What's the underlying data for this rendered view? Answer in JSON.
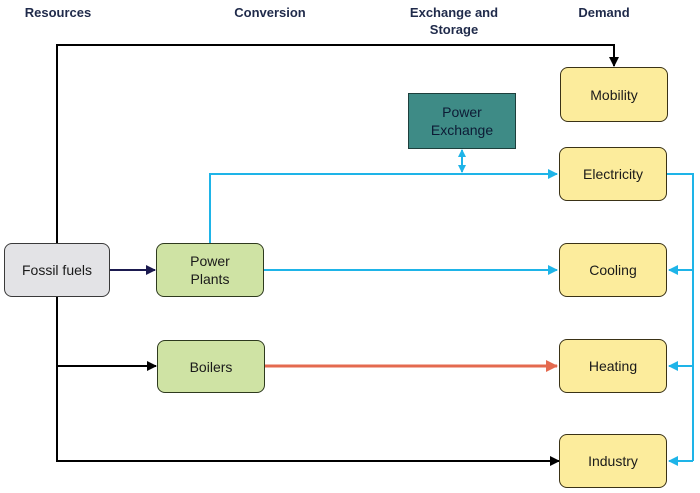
{
  "headers": {
    "resources": "Resources",
    "conversion": "Conversion",
    "exchange_storage": "Exchange and Storage",
    "demand": "Demand"
  },
  "nodes": {
    "fossil_fuels": "Fossil fuels",
    "power_plants": "Power Plants",
    "boilers": "Boilers",
    "power_exchange": "Power Exchange",
    "mobility": "Mobility",
    "electricity": "Electricity",
    "cooling": "Cooling",
    "heating": "Heating",
    "industry": "Industry"
  },
  "colors": {
    "fuel_flow": "#000000",
    "power_plant_input": "#1b1a4f",
    "electricity_flow": "#1eb4e8",
    "heat_flow": "#e46a4f",
    "resource_fill": "#e3e3e6",
    "conversion_fill": "#cfe3a4",
    "demand_fill": "#fcec9c",
    "exchange_fill": "#3e8b86"
  }
}
